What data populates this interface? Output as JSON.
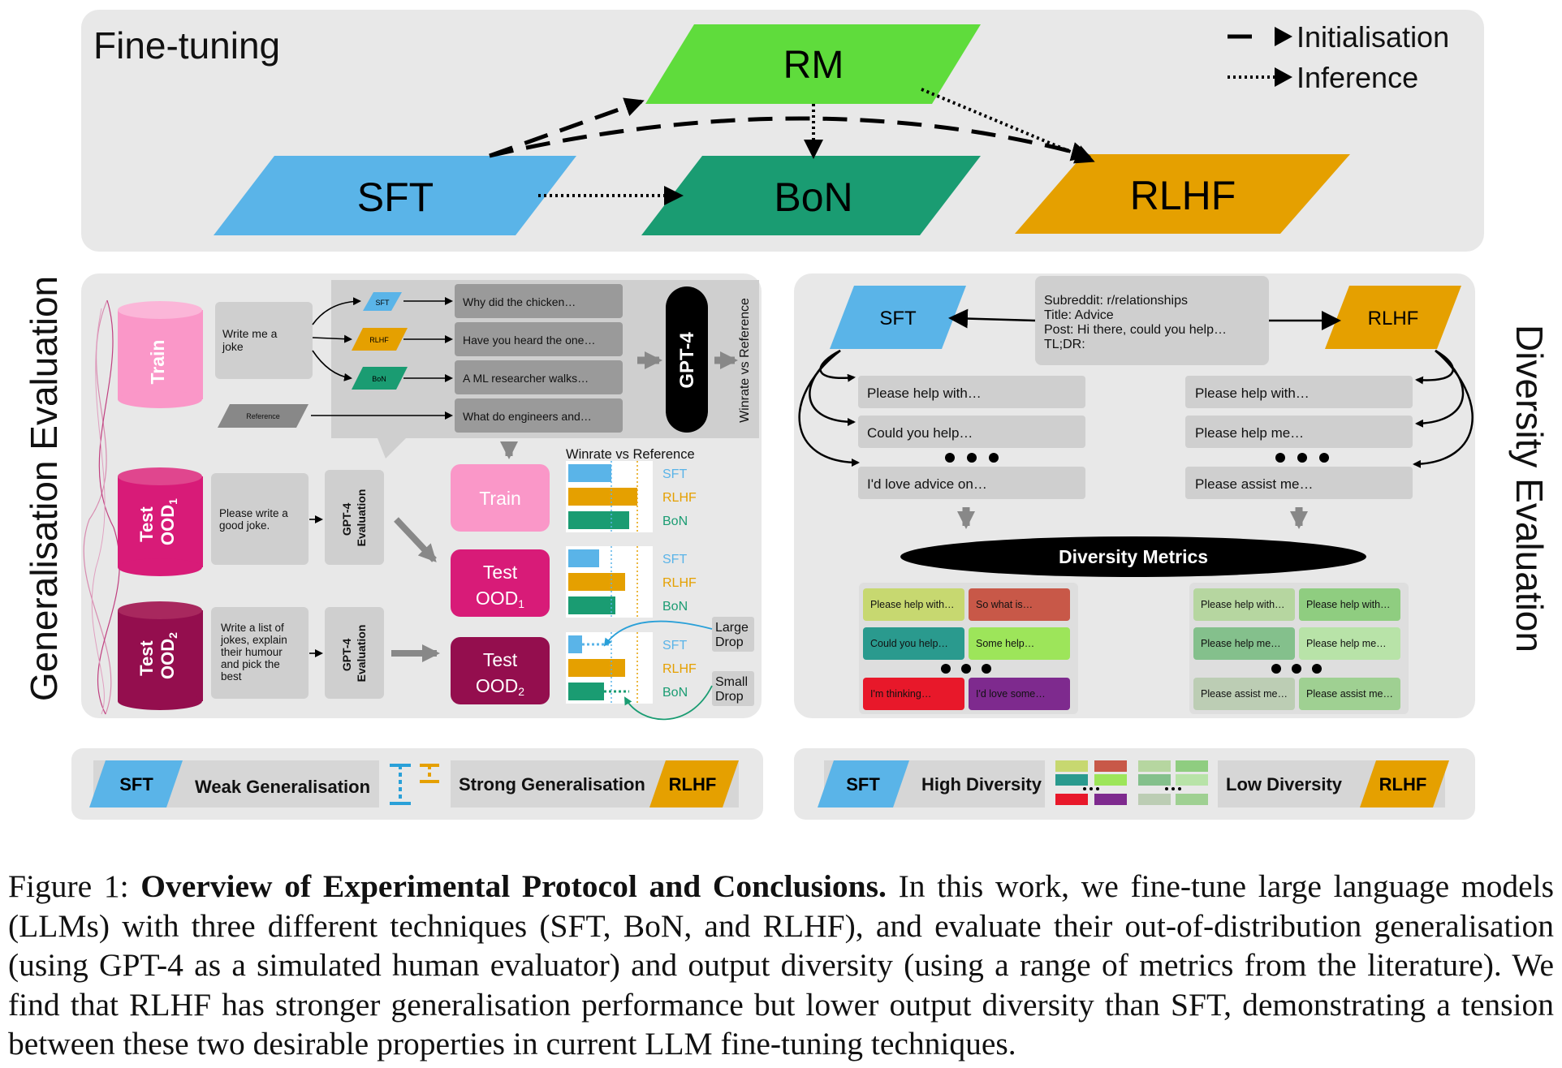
{
  "legend": {
    "init": "Initialisation",
    "inference": "Inference"
  },
  "finetune": {
    "title": "Fine-tuning",
    "rm": "RM",
    "sft": "SFT",
    "bon": "BoN",
    "rlhf": "RLHF"
  },
  "gen": {
    "side_title": "Generalisation Evaluation",
    "train": "Train",
    "test": "Test",
    "ood": "OOD",
    "sub1": "1",
    "sub2": "2",
    "prompt_train": [
      "Write me a",
      "joke"
    ],
    "prompt_ood1": [
      "Please write a",
      "good joke."
    ],
    "prompt_ood2": [
      "Write a list of",
      "jokes, explain",
      "their humour",
      "and pick the",
      "best"
    ],
    "models": [
      "SFT",
      "RLHF",
      "BoN",
      "Reference"
    ],
    "outputs": [
      "Why did the chicken…",
      "Have you heard the one…",
      "A ML researcher walks…",
      "What do engineers and…"
    ],
    "gpt4": "GPT-4",
    "winrate_vertical": "Winrate vs Reference",
    "gpt4_eval": "GPT-4",
    "evaluation": "Evaluation",
    "result_train": "Train",
    "winrate_title": "Winrate vs Reference",
    "large_drop": [
      "Large",
      "Drop"
    ],
    "small_drop": [
      "Small",
      "Drop"
    ]
  },
  "chart_data": {
    "type": "bar",
    "title": "Winrate vs Reference",
    "categories": [
      "Train",
      "Test OOD1",
      "Test OOD2"
    ],
    "series": [
      {
        "name": "SFT",
        "values": [
          0.53,
          0.38,
          0.17
        ]
      },
      {
        "name": "RLHF",
        "values": [
          0.85,
          0.7,
          0.7
        ]
      },
      {
        "name": "BoN",
        "values": [
          0.75,
          0.58,
          0.44
        ]
      }
    ],
    "ylim": [
      0,
      1
    ],
    "colors": {
      "SFT": "#5ab4e8",
      "RLHF": "#e5a000",
      "BoN": "#1a9c72"
    }
  },
  "div": {
    "side_title": "Diversity Evaluation",
    "sft": "SFT",
    "rlhf": "RLHF",
    "prompt": [
      "Subreddit: r/relationships",
      "Title: Advice",
      "Post: Hi there, could you help…",
      "TL;DR:"
    ],
    "sft_outputs": [
      "Please help with…",
      "Could you help…",
      "I'd love advice on…"
    ],
    "rlhf_outputs": [
      "Please help with…",
      "Please help me…",
      "Please assist me…"
    ],
    "metrics": "Diversity Metrics",
    "sft_grid": [
      "Please help with…",
      "So what is…",
      "Could you help…",
      "Some help…",
      "I'm thinking…",
      "I'd love some…"
    ],
    "rlhf_grid": [
      "Please help with…",
      "Please help with…",
      "Please help me…",
      "Please help me…",
      "Please assist me…",
      "Please assist me…"
    ]
  },
  "bottom": {
    "sft": "SFT",
    "weak": "Weak Generalisation",
    "strong": "Strong Generalisation",
    "rlhf": "RLHF",
    "high": "High Diversity",
    "low": "Low Diversity"
  },
  "caption": {
    "prefix": "Figure 1: ",
    "title": "Overview of Experimental Protocol and Conclusions.",
    "body": " In this work, we fine-tune large language models (LLMs) with three different techniques (SFT, BoN, and RLHF), and evaluate their out-of-distribution generalisation (using GPT-4 as a simulated human evaluator) and output diversity (using a range of metrics from the literature). We find that RLHF has stronger generalisation performance but lower output diversity than SFT, demonstrating a tension between these two desirable properties in current LLM fine-tuning techniques."
  },
  "colors": {
    "sft": "#5ab4e8",
    "rm": "#5fdc3c",
    "bon": "#1a9c72",
    "rlhf": "#e5a000",
    "train": "#fa97c8",
    "ood1": "#d81b78",
    "ood2": "#940e4e",
    "panel": "#e8e8e8"
  }
}
